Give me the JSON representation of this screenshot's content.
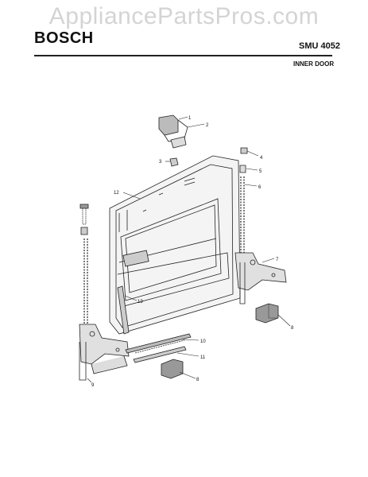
{
  "watermark": "AppliancePartsPros.com",
  "brand": "BOSCH",
  "model": "SMU 4052",
  "section": "INNER DOOR",
  "callouts": [
    "1",
    "2",
    "3",
    "4",
    "5",
    "6",
    "12",
    "7",
    "13",
    "8",
    "10",
    "11",
    "8",
    "9"
  ]
}
